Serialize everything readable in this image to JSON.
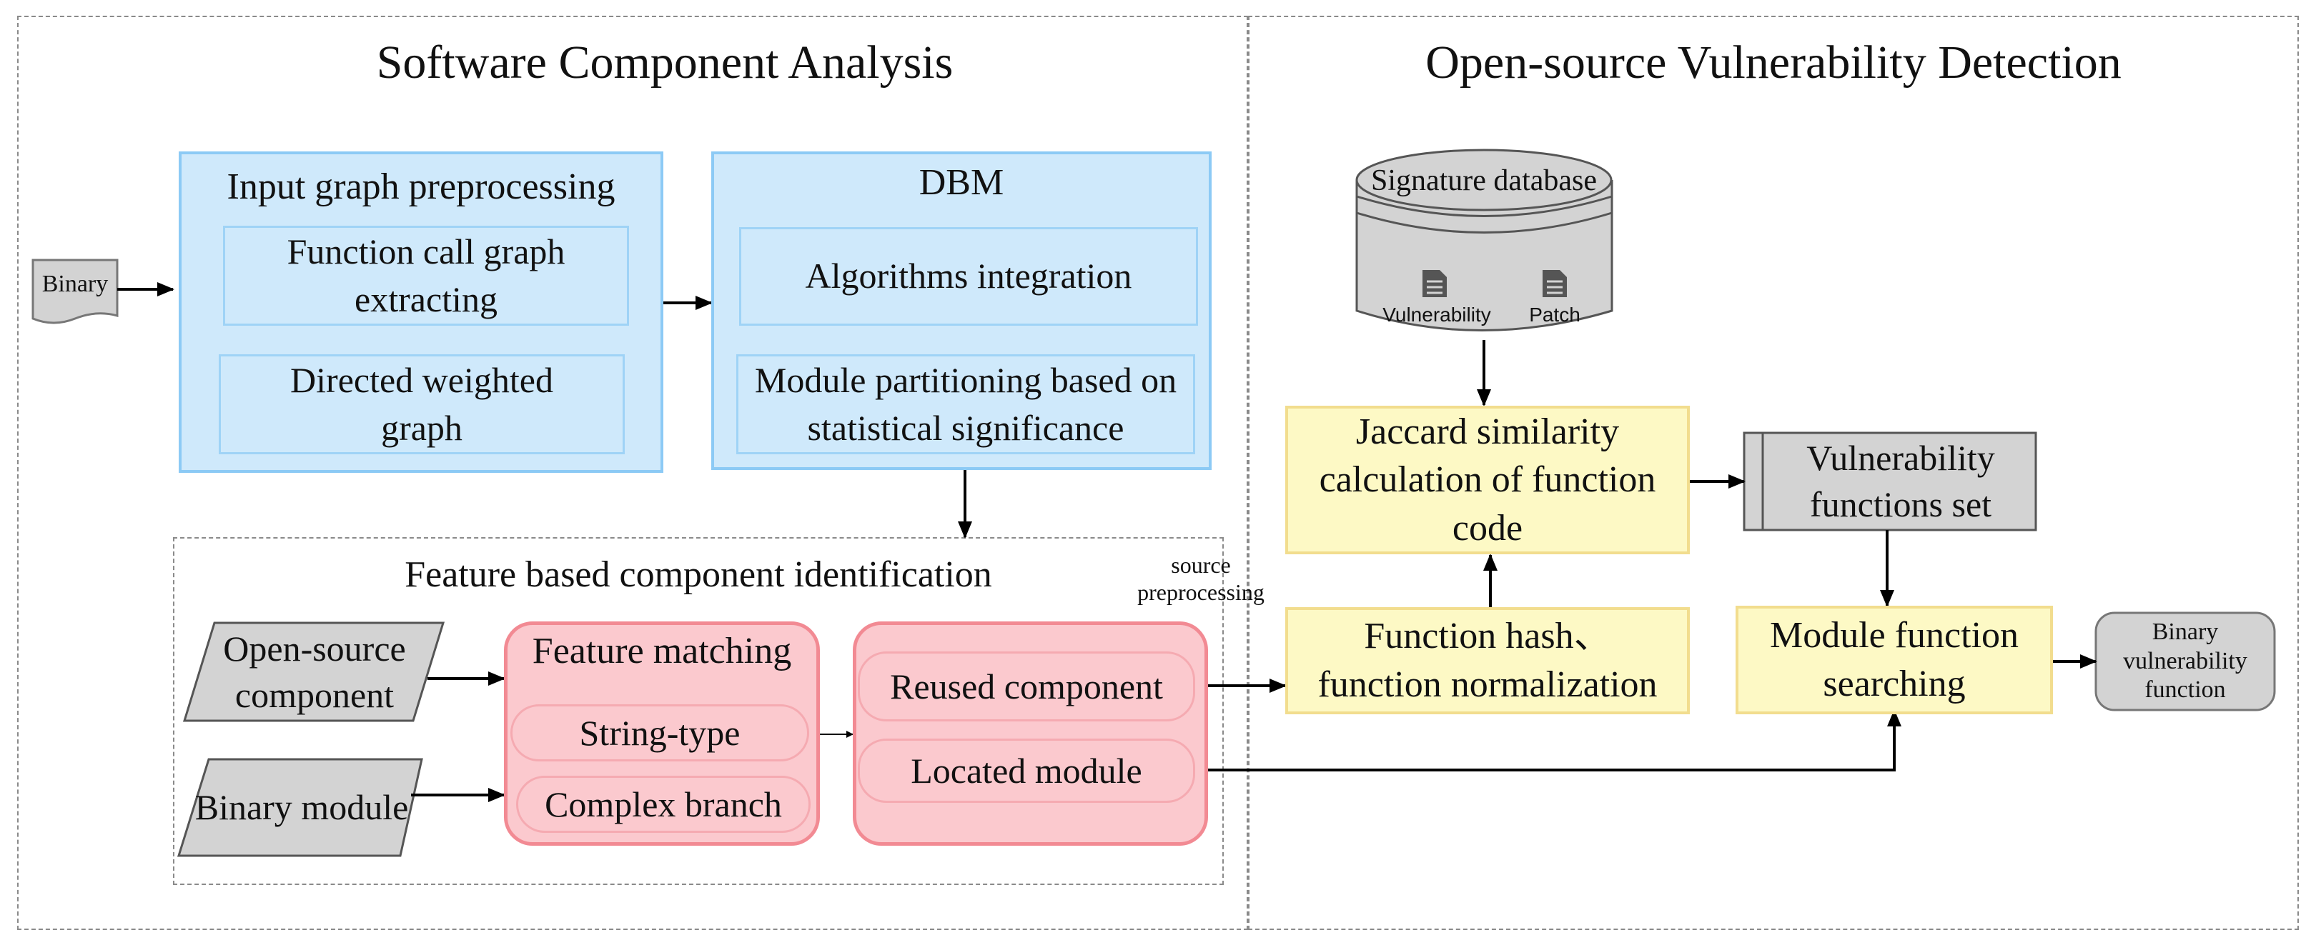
{
  "left_panel": {
    "title": "Software Component Analysis"
  },
  "right_panel": {
    "title": "Open-source Vulnerability Detection"
  },
  "binary_doc": "Binary",
  "preprocess": {
    "header": "Input graph preprocessing",
    "step1": "Function call graph extracting",
    "step2": "Directed weighted graph"
  },
  "dbm": {
    "header": "DBM",
    "step1": "Algorithms integration",
    "step2": "Module partitioning based on statistical significance"
  },
  "feature_section": {
    "title": "Feature based component identification",
    "open_source": "Open-source component",
    "binary_module": "Binary module",
    "matching": {
      "header": "Feature matching",
      "item1": "String-type",
      "item2": "Complex branch"
    },
    "result": {
      "item1": "Reused component",
      "item2": "Located module"
    }
  },
  "source_preprocessing": "source preprocessing",
  "signature_db": {
    "label": "Signature database",
    "item1": "Vulnerability",
    "item2": "Patch"
  },
  "jaccard": "Jaccard similarity calculation of function code",
  "hash": "Function hash、 function normalization",
  "vuln_set": "Vulnerability functions set",
  "module_search": "Module function searching",
  "output": "Binary vulnerability function",
  "colors": {
    "blue_fill": "#cfe9fb",
    "blue_border": "#8ccaf5",
    "pink_fill": "#fbc9ce",
    "pink_border": "#f28a93",
    "yellow_fill": "#fdf9c5",
    "yellow_border": "#f2dd8e",
    "gray_fill": "#d3d3d3"
  },
  "icons": [
    "document-icon",
    "database-icon",
    "file-icon"
  ]
}
